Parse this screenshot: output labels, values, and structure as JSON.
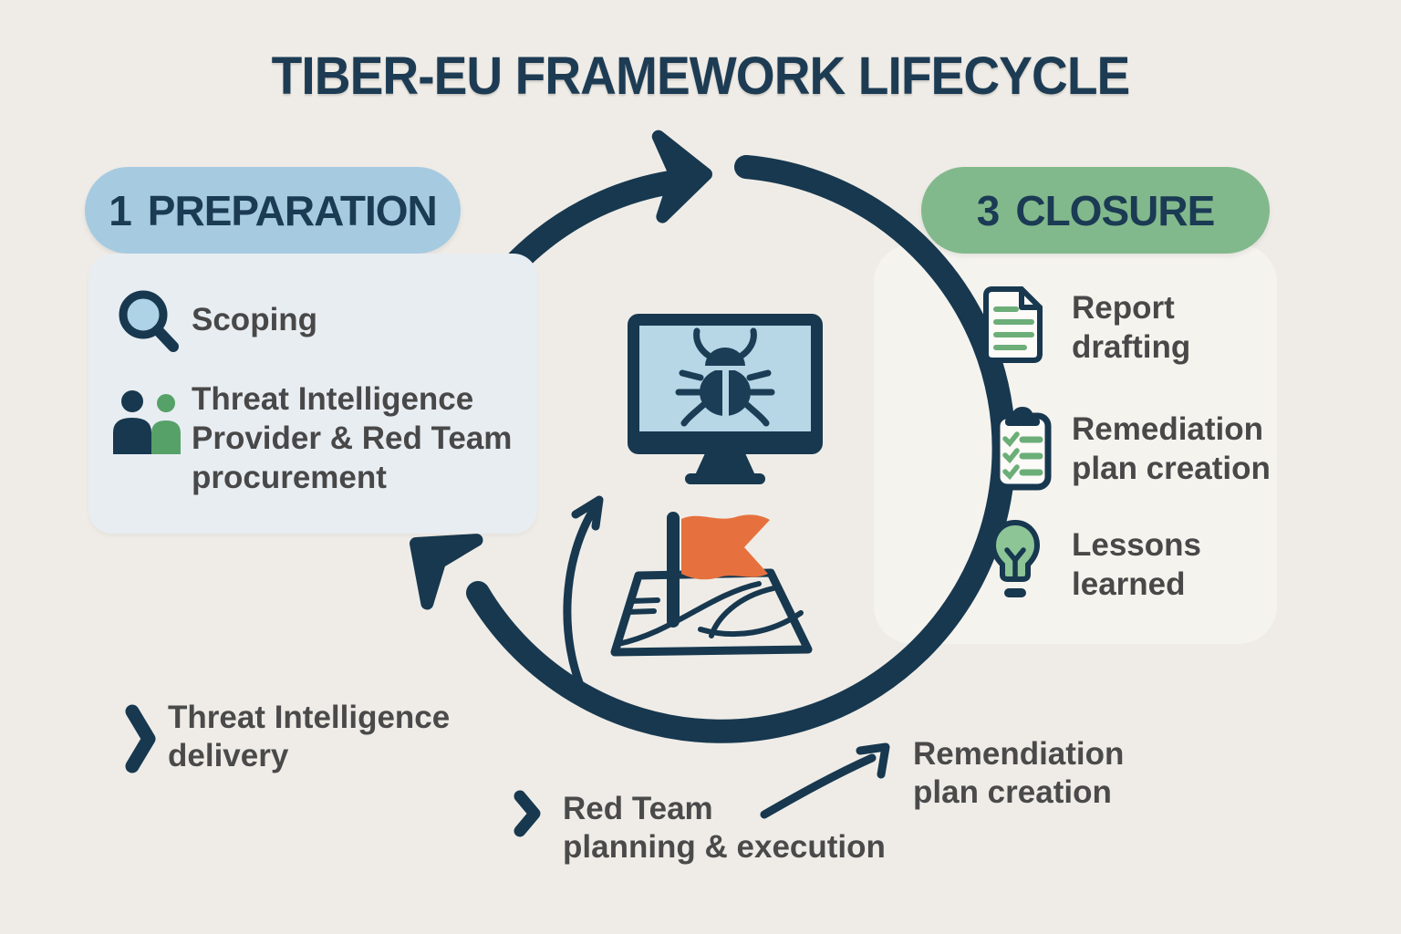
{
  "title": "TIBER-EU FRAMEWORK LIFECYCLE",
  "colors": {
    "background": "#efece7",
    "panel_left": "#e8edf2",
    "panel_right": "#f5f3ee",
    "pill_blue": "#a6cbe1",
    "pill_green": "#82b98c",
    "navy": "#17384f",
    "green_accent": "#68ab74",
    "bulb_green": "#8dc596",
    "screen_blue": "#b7d6e6",
    "flag_orange": "#e6713e",
    "text": "#484848",
    "heading": "#1b3b54"
  },
  "stages": {
    "preparation": {
      "number": "1",
      "label": "PREPARATION",
      "items": [
        {
          "icon": "magnifier-icon",
          "label": "Scoping"
        },
        {
          "icon": "people-icon",
          "label": "Threat Intelligence\nProvider & Red Team\nprocurement"
        }
      ]
    },
    "closure": {
      "number": "3",
      "label": "CLOSURE",
      "items": [
        {
          "icon": "document-icon",
          "label": "Report\ndrafting"
        },
        {
          "icon": "clipboard-icon",
          "label": "Remediation\nplan creation"
        },
        {
          "icon": "lightbulb-icon",
          "label": "Lessons\nlearned"
        }
      ]
    }
  },
  "annotations": {
    "threat_intel_delivery": {
      "icon": "chevron-right-icon",
      "label": "Threat Intelligence\ndelivery"
    },
    "red_team": {
      "icon": "chevron-right-icon",
      "label": "Red Team\nplanning & execution"
    },
    "remediation": {
      "icon": "curved-arrow-icon",
      "label": "Remendiation\nplan creation"
    }
  },
  "center": {
    "icons": [
      "cycle-arrow-icon",
      "monitor-bug-icon",
      "flag-map-icon",
      "up-arrow-icon"
    ]
  }
}
